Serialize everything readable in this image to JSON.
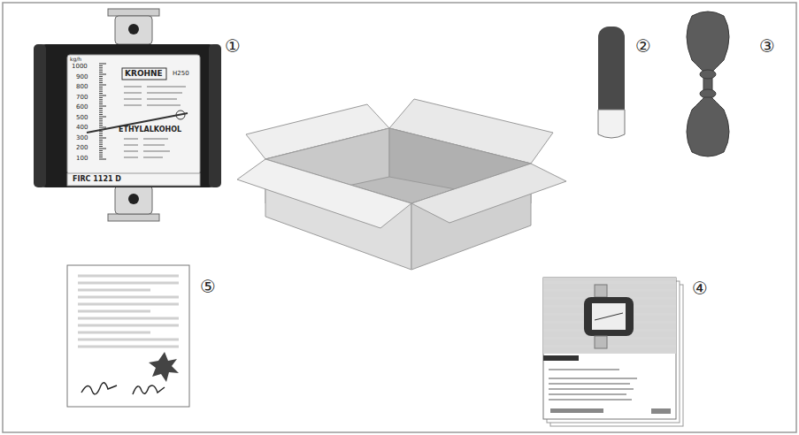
{
  "diagram": {
    "labels": [
      "①",
      "②",
      "③",
      "④",
      "⑤",
      "KROHNE",
      "H250",
      "kg/h",
      "1000",
      "900",
      "800",
      "700",
      "600",
      "500",
      "400",
      "300",
      "200",
      "100",
      "ETHYLALKOHOL",
      "FIRC 1121 D"
    ]
  }
}
